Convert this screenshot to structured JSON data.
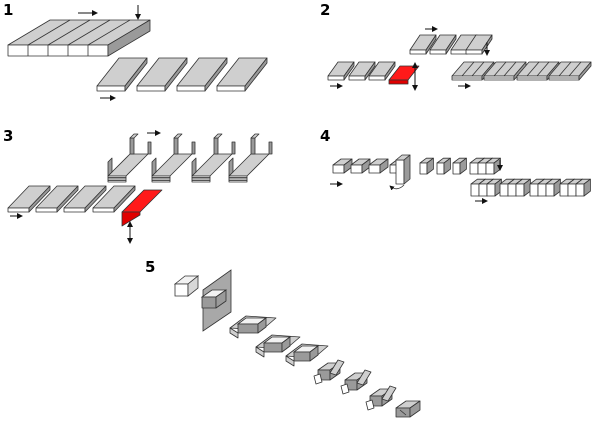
{
  "steps": [
    {
      "label": "1"
    },
    {
      "label": "2"
    },
    {
      "label": "3"
    },
    {
      "label": "4"
    },
    {
      "label": "5"
    }
  ],
  "colors": {
    "panel_top": "#cfcfcf",
    "panel_side": "#9a9a9a",
    "highlight": "#ff1a1a",
    "outline": "#333333"
  },
  "icons": [
    "flow-arrow-icon",
    "rotate-arrow-icon"
  ]
}
